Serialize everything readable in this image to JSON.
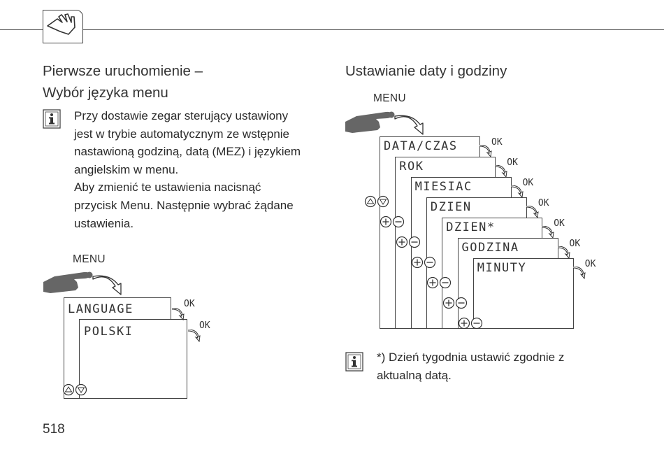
{
  "page": {
    "number": "518"
  },
  "left": {
    "heading_line1": "Pierwsze uruchomienie –",
    "heading_line2": "Wybór języka menu",
    "info_lines": [
      "Przy dostawie zegar sterujący ustawiony",
      "jest w trybie automatycznym ze wstępnie",
      "nastawioną godziną, datą (MEZ) i językiem",
      "angielskim w menu.",
      "Aby zmienić te ustawienia nacisnąć",
      "przycisk Menu. Następnie wybrać żądane",
      "ustawienia."
    ],
    "diagram": {
      "menu_label": "MENU",
      "screens": [
        "LANGUAGE",
        "POLSKI"
      ],
      "ok_label": "OK"
    }
  },
  "right": {
    "heading": "Ustawianie daty i godziny",
    "diagram": {
      "menu_label": "MENU",
      "screens": [
        "DATA/CZAS",
        "ROK",
        "MIESIAC",
        "DZIEN",
        "DZIEN*",
        "GODZINA",
        "MINUTY"
      ],
      "ok_label": "OK"
    },
    "note_lines": [
      "*) Dzień tygodnia ustawić zgodnie z",
      "aktualną datą."
    ]
  },
  "icons": {
    "tab": "hand-press-icon",
    "info": "info-icon",
    "finger": "finger-press-icon",
    "arrow": "curved-arrow-icon",
    "updown": "up-down-buttons-icon",
    "plusminus": "plus-minus-buttons-icon"
  }
}
